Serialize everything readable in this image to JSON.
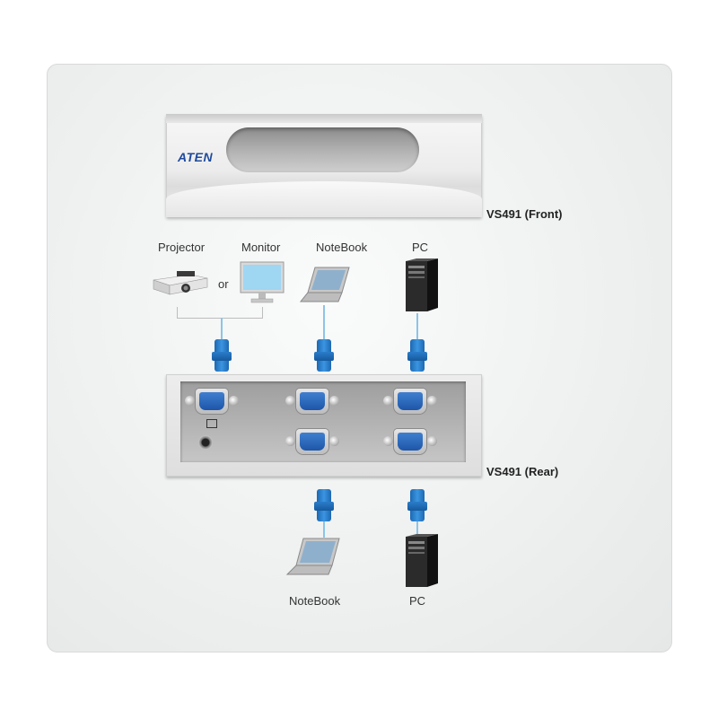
{
  "front_unit": {
    "brand": "ATEN",
    "label": "VS491 (Front)"
  },
  "rear_unit": {
    "label": "VS491 (Rear)"
  },
  "top_devices": {
    "projector": "Projector",
    "or": "or",
    "monitor": "Monitor",
    "notebook": "NoteBook",
    "pc": "PC"
  },
  "bottom_devices": {
    "notebook": "NoteBook",
    "pc": "PC"
  },
  "colors": {
    "connector": "#2a7cca",
    "brand": "#1f4a9c",
    "vga_port": "#1e56a8"
  }
}
